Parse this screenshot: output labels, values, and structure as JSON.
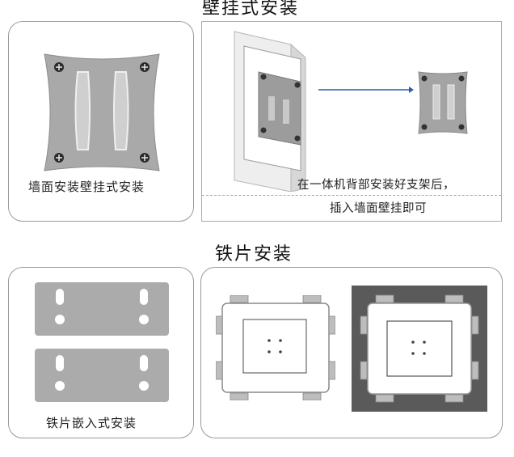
{
  "sections": {
    "wall": {
      "title": "壁挂式安装",
      "card_caption": "墙面安装壁挂式安装",
      "step_line1": "在一体机背部安装好支架后，",
      "step_line2": "插入墙面壁挂即可"
    },
    "iron": {
      "title": "铁片安装",
      "card_caption": "铁片嵌入式安装"
    }
  },
  "icons": [
    "wall-mount-bracket-icon",
    "arrow-right-icon",
    "iron-plate-icon",
    "screen-frame-icon"
  ],
  "colors": {
    "plate": "#a8a8a8",
    "arrow": "#2a5db0",
    "dark_bg": "#5a5a5a"
  }
}
